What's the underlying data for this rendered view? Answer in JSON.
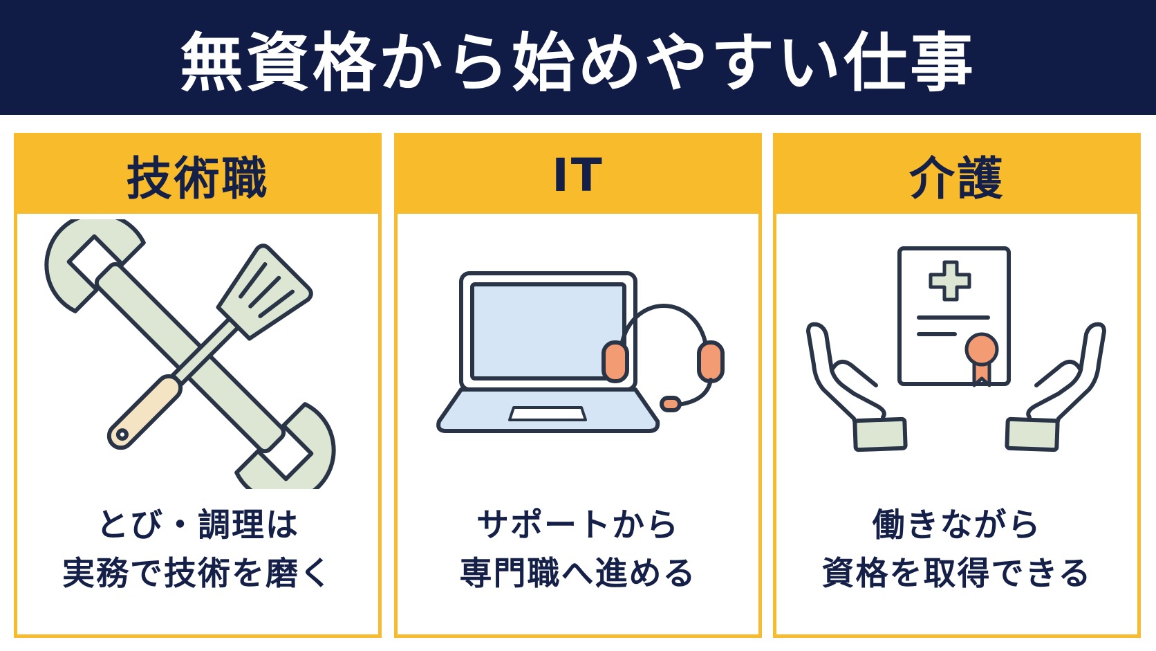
{
  "header": {
    "title": "無資格から始めやすい仕事"
  },
  "colors": {
    "navy": "#101c45",
    "accent": "#f7bb2b",
    "text_dark": "#152048",
    "icon_green": "#dde6d3",
    "icon_cream": "#f5e4c3",
    "icon_blue": "#d6e5f6",
    "icon_orange": "#f39b73"
  },
  "cards": [
    {
      "title": "技術職",
      "icon": "wrench-spatula-icon",
      "lines": [
        "とび・調理は",
        "実務で技術を磨く"
      ]
    },
    {
      "title": "IT",
      "icon": "laptop-headset-icon",
      "lines": [
        "サポートから",
        "専門職へ進める"
      ]
    },
    {
      "title": "介護",
      "icon": "hands-certificate-icon",
      "lines": [
        "働きながら",
        "資格を取得できる"
      ]
    }
  ]
}
